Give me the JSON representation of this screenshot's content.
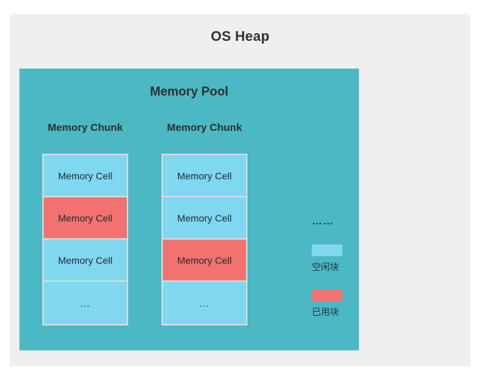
{
  "diagram": {
    "outer_title": "OS Heap",
    "pool_title": "Memory Pool",
    "colors": {
      "page_background": "#ffffff",
      "panel_background": "#efefef",
      "pool_background": "#4cb8c4",
      "free_cell": "#7fd7f0",
      "used_cell": "#f2726f",
      "cell_border": "#dcdcdc",
      "text": "#2e2e2e"
    },
    "chunks": [
      {
        "label": "Memory Chunk",
        "cells": [
          {
            "text": "Memory Cell",
            "state": "free"
          },
          {
            "text": "Memory Cell",
            "state": "used"
          },
          {
            "text": "Memory Cell",
            "state": "free"
          },
          {
            "text": "...",
            "state": "free"
          }
        ]
      },
      {
        "label": "Memory Chunk",
        "cells": [
          {
            "text": "Memory Cell",
            "state": "free"
          },
          {
            "text": "Memory Cell",
            "state": "free"
          },
          {
            "text": "Memory Cell",
            "state": "used"
          },
          {
            "text": "...",
            "state": "free"
          }
        ]
      }
    ],
    "legend": {
      "continuation_dots": "……",
      "entries": [
        {
          "label": "空闲块",
          "state": "free"
        },
        {
          "label": "已用块",
          "state": "used"
        }
      ]
    }
  }
}
